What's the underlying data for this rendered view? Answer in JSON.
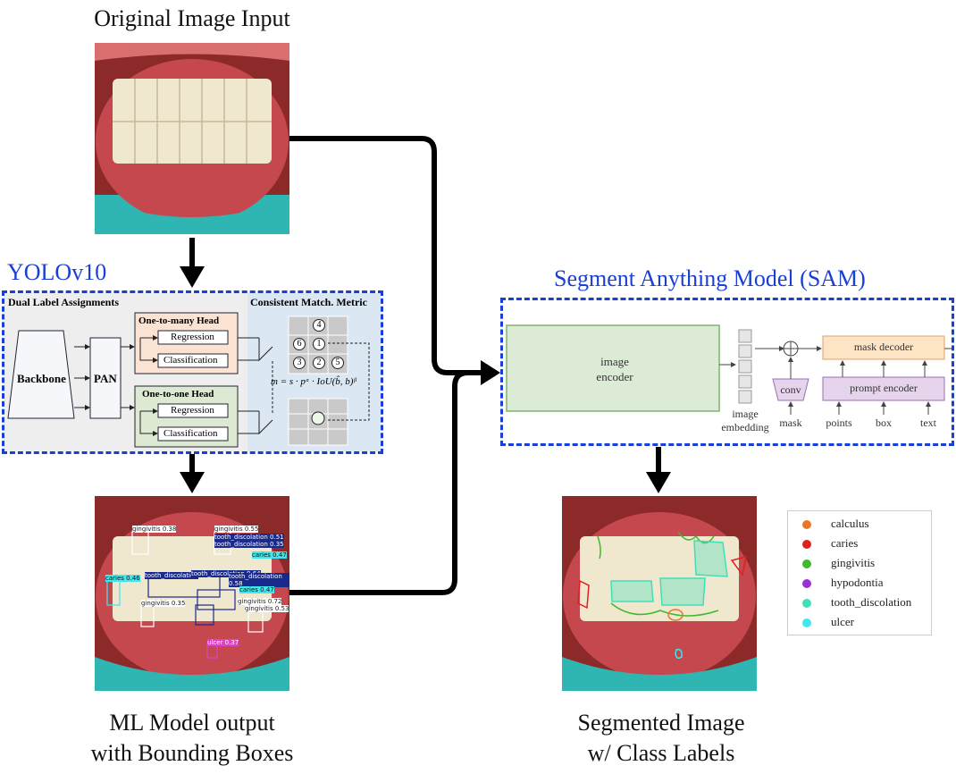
{
  "top": {
    "title": "Original Image Input"
  },
  "yolo": {
    "title": "YOLOv10",
    "dual_label": "Dual Label Assignments",
    "consistent": "Consistent Match. Metric",
    "backbone": "Backbone",
    "pan": "PAN",
    "o2m_head": "One-to-many Head",
    "o2o_head": "One-to-one Head",
    "regression": "Regression",
    "classification": "Classification",
    "grid_numbers": [
      "4",
      "6",
      "1",
      "3",
      "2",
      "5"
    ],
    "metric": "m = s · pᵅ · IoU(b̂, b)ᵝ"
  },
  "sam": {
    "title": "Segment Anything Model (SAM)",
    "image_encoder": "image\nencoder",
    "image_embedding": "image\nembedding",
    "mask_decoder": "mask decoder",
    "prompt_encoder": "prompt encoder",
    "conv": "conv",
    "mask": "mask",
    "points": "points",
    "box": "box",
    "text": "text"
  },
  "bbox_labels": [
    "gingivitis 0.38",
    "gingivitis 0.55",
    "tooth_discolation 0.51",
    "tooth_discolation 0.35",
    "caries 0.47",
    "caries 0.46",
    "tooth_discolation",
    "tooth_discolation 0.64",
    "tooth_discolation 0.58",
    "caries 0.47",
    "gingivitis 0.35",
    "gingivitis 0.72",
    "gingivitis 0.53",
    "ulcer 0.37"
  ],
  "bottom_left": {
    "line1": "ML Model output",
    "line2": "with Bounding Boxes"
  },
  "bottom_right": {
    "line1": "Segmented Image",
    "line2": "w/ Class Labels"
  },
  "legend": [
    {
      "label": "calculus",
      "color": "#e8772a"
    },
    {
      "label": "caries",
      "color": "#e0201c"
    },
    {
      "label": "gingivitis",
      "color": "#3dbb2a"
    },
    {
      "label": "hypodontia",
      "color": "#9a30d8"
    },
    {
      "label": "tooth_discolation",
      "color": "#3fe0b8"
    },
    {
      "label": "ulcer",
      "color": "#3ee8ec"
    }
  ],
  "colors": {
    "accent": "#1a3fd6",
    "gum": "#c4484e",
    "tooth": "#efe6cf",
    "mouthguard": "#2fb6b2"
  }
}
